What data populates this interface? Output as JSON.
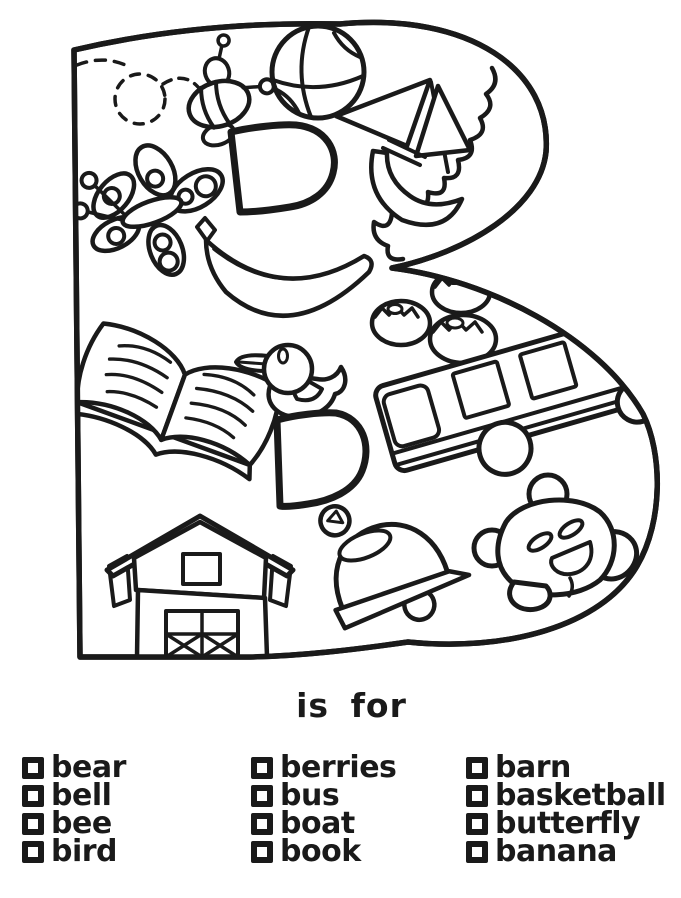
{
  "page": {
    "background": "#ffffff",
    "ink": "#1a1a1a"
  },
  "illustration": {
    "letter": "B",
    "objects": [
      "bee",
      "basketball",
      "boat",
      "butterfly",
      "banana",
      "berries",
      "book",
      "bird",
      "bus",
      "barn",
      "bell",
      "bear"
    ]
  },
  "caption": {
    "text": "is for"
  },
  "checklist": {
    "columns": [
      {
        "items": [
          {
            "label": "bear",
            "checked": false
          },
          {
            "label": "bell",
            "checked": false
          },
          {
            "label": "bee",
            "checked": false
          },
          {
            "label": "bird",
            "checked": false
          }
        ]
      },
      {
        "items": [
          {
            "label": "berries",
            "checked": false
          },
          {
            "label": "bus",
            "checked": false
          },
          {
            "label": "boat",
            "checked": false
          },
          {
            "label": "book",
            "checked": false
          }
        ]
      },
      {
        "items": [
          {
            "label": "barn",
            "checked": false
          },
          {
            "label": "basketball",
            "checked": false
          },
          {
            "label": "butterfly",
            "checked": false
          },
          {
            "label": "banana",
            "checked": false
          }
        ]
      }
    ]
  }
}
